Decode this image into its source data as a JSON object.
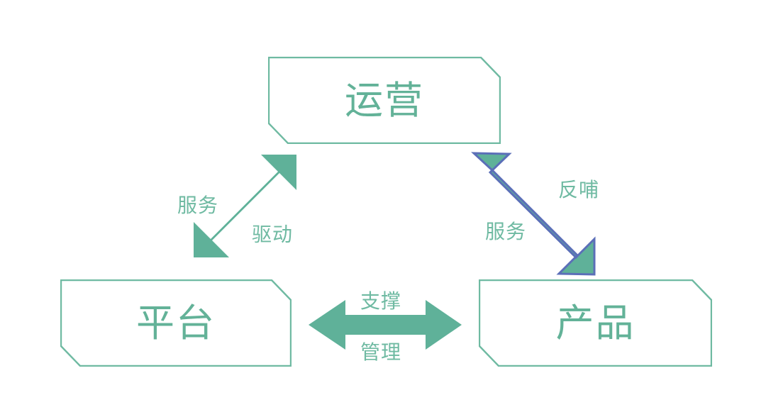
{
  "diagram": {
    "type": "triangular-relationship-diagram",
    "background_color": "#ffffff",
    "theme": {
      "accent_green": "#63B298",
      "arrow_fill": "#5FB199",
      "arrow_outline_blue": "#5B6FB8",
      "label_green": "#6FBAA2",
      "box_border": "#6FBAA2"
    },
    "nodes": [
      {
        "id": "operations",
        "label": "运营",
        "position": "top"
      },
      {
        "id": "platform",
        "label": "平台",
        "position": "bottom-left"
      },
      {
        "id": "product",
        "label": "产品",
        "position": "bottom-right"
      }
    ],
    "edges": [
      {
        "id": "platform-operations",
        "from": "平台",
        "to": "运营",
        "style": "double-headed-diagonal",
        "direction": "up-right / down-left",
        "labels": [
          "服务",
          "驱动"
        ],
        "outlined": false
      },
      {
        "id": "operations-product",
        "from": "运营",
        "to": "产品",
        "style": "double-headed-diagonal",
        "direction": "up-left / down-right",
        "labels": [
          "反哺",
          "服务"
        ],
        "outlined": true
      },
      {
        "id": "platform-product",
        "from": "平台",
        "to": "产品",
        "style": "double-headed-horizontal",
        "direction": "left / right",
        "labels": [
          "支撑",
          "管理"
        ],
        "outlined": false
      }
    ],
    "edge_labels": {
      "fuwu_left": "服务",
      "qudong": "驱动",
      "fanbu": "反哺",
      "fuwu_right": "服务",
      "zhicheng": "支撑",
      "guanli": "管理"
    }
  }
}
